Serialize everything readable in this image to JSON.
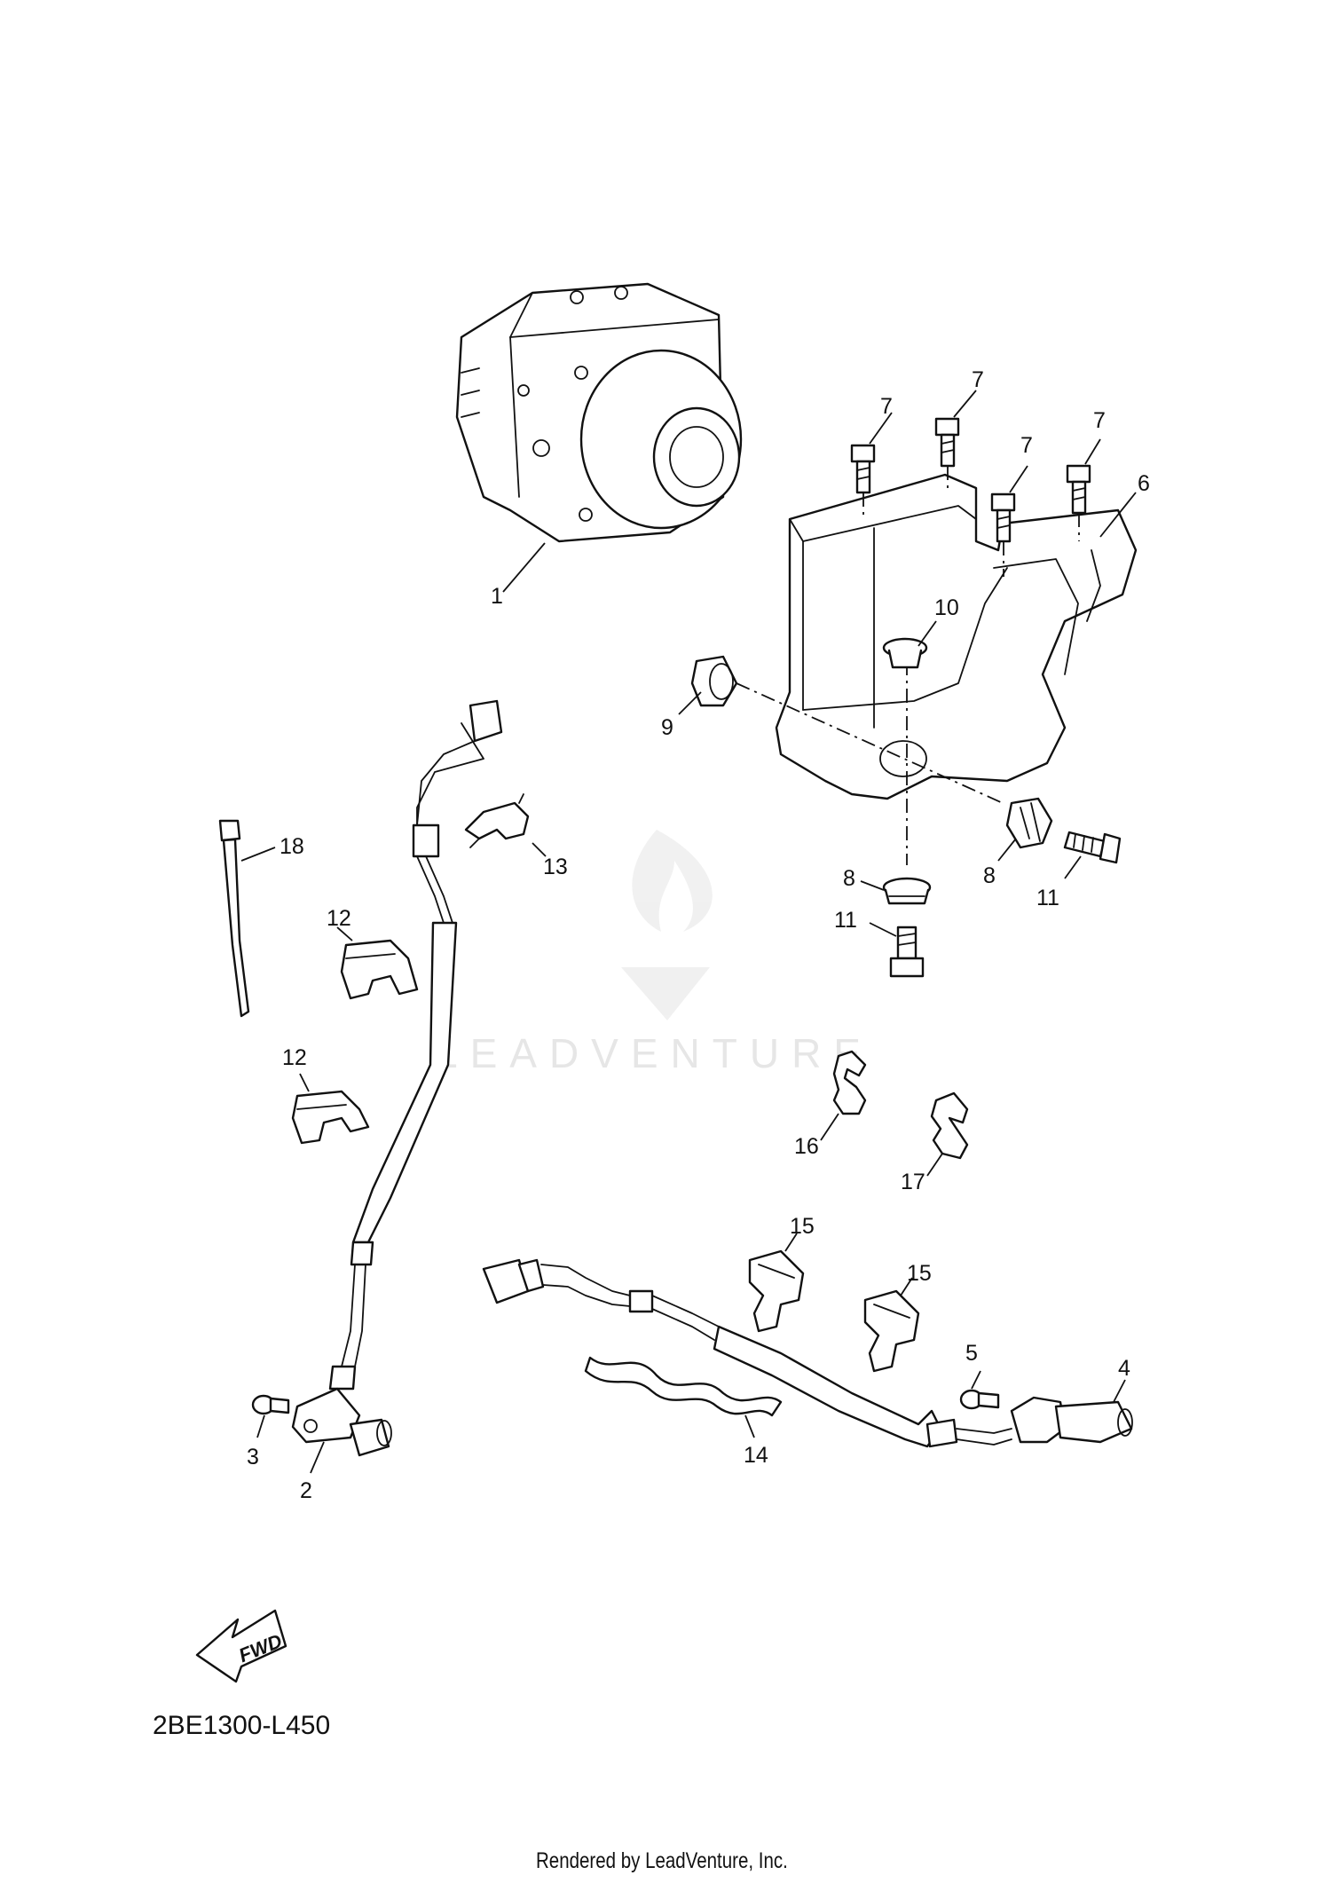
{
  "diagram_code": "2BE1300-L450",
  "footer": "Rendered by LeadVenture, Inc.",
  "watermark": "LEADVENTURE",
  "fwd_label": "FWD",
  "callouts": {
    "c1": "1",
    "c2": "2",
    "c3": "3",
    "c4": "4",
    "c5": "5",
    "c6": "6",
    "c7a": "7",
    "c7b": "7",
    "c7c": "7",
    "c7d": "7",
    "c8a": "8",
    "c8b": "8",
    "c9": "9",
    "c10": "10",
    "c11a": "11",
    "c11b": "11",
    "c12a": "12",
    "c12b": "12",
    "c13": "13",
    "c14": "14",
    "c15a": "15",
    "c15b": "15",
    "c16": "16",
    "c17": "17",
    "c18": "18"
  }
}
